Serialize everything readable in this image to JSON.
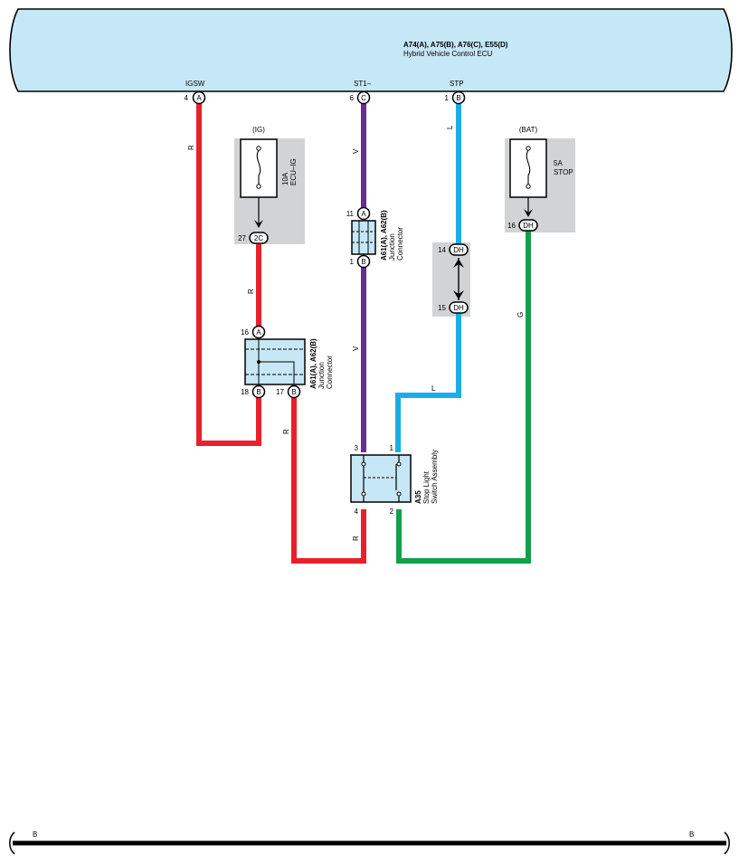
{
  "ecu": {
    "connectors": "A74(A), A75(B), A76(C), E55(D)",
    "name": "Hybrid Vehicle Control ECU",
    "terminals": {
      "igsw": {
        "label": "IGSW",
        "pin": "4",
        "conn": "A"
      },
      "st1": {
        "label": "ST1–",
        "pin": "6",
        "conn": "C"
      },
      "stp": {
        "label": "STP",
        "pin": "1",
        "conn": "B"
      }
    },
    "fill_color": "#c6e7f6"
  },
  "fuse_ig": {
    "supply": "(IG)",
    "rating": "10A",
    "name": "ECU–IG",
    "pin": "27",
    "conn": "2C"
  },
  "fuse_bat": {
    "supply": "(BAT)",
    "rating": "5A",
    "name": "STOP",
    "pin": "16",
    "conn": "DH"
  },
  "junction_top": {
    "code": "A61(A), A62(B)",
    "line1": "Junction",
    "line2": "Connector",
    "pin_top": "11",
    "conn_top": "A",
    "pin_bottom": "1",
    "conn_bottom": "B"
  },
  "junction_left": {
    "code": "A61(A), A62(B)",
    "line1": "Junction",
    "line2": "Connector",
    "pin_top": "16",
    "conn_top": "A",
    "pin_bl": "18",
    "conn_bl": "B",
    "pin_br": "17",
    "conn_br": "B"
  },
  "inline_conn": {
    "pin_top": "14",
    "conn_top": "DH",
    "pin_bottom": "15",
    "conn_bottom": "DH"
  },
  "switch": {
    "code": "A35",
    "line1": "Stop Light",
    "line2": "Switch Assembly",
    "pin3": "3",
    "pin1": "1",
    "pin4": "4",
    "pin2": "2"
  },
  "wires": {
    "r": "R",
    "v": "V",
    "l": "L",
    "g": "G",
    "colors": {
      "R": "#e8202a",
      "V": "#6b2c91",
      "L": "#1aaee8",
      "G": "#13a04a"
    }
  },
  "ground_bus": {
    "left": "B",
    "right": "B"
  }
}
